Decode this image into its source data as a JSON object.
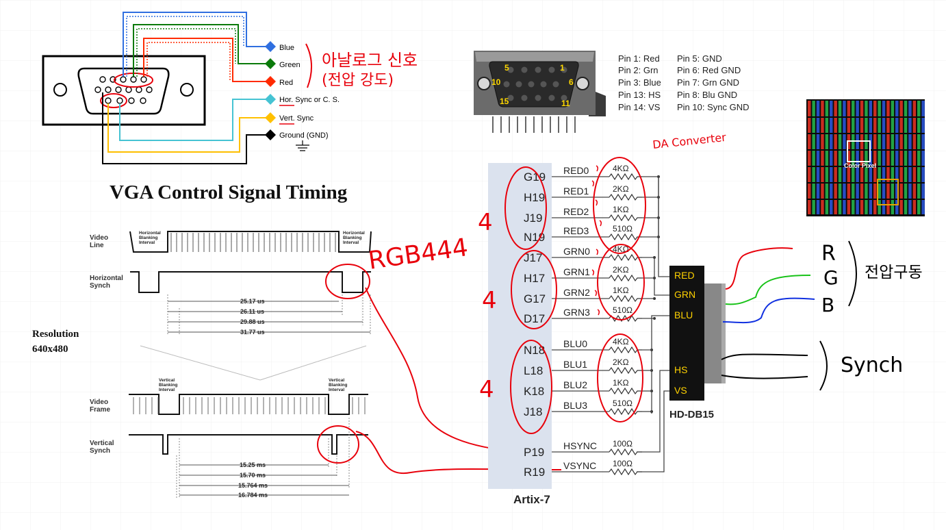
{
  "vga_connector": {
    "labels": {
      "blue": "Blue",
      "green": "Green",
      "red": "Red",
      "hsync": "Hor. Sync or C. S.",
      "vsync": "Vert. Sync",
      "ground": "Ground (GND)"
    },
    "colors": {
      "blue": "#2f6fe0",
      "green": "#0a7a0a",
      "red": "#ff2a00",
      "hsync": "#45c3d3",
      "vsync": "#ffc000",
      "ground": "#000000"
    },
    "note_korean_1": "아날로그 신호",
    "note_korean_2": "(전압 강도)"
  },
  "pinout": {
    "rows": [
      [
        "Pin 1: Red",
        "Pin 5: GND"
      ],
      [
        "Pin 2: Grn",
        "Pin 6: Red GND"
      ],
      [
        "Pin 3: Blue",
        "Pin 7: Grn GND"
      ],
      [
        "Pin 13: HS",
        "Pin 8: Blu GND"
      ],
      [
        "Pin 14: VS",
        "Pin 10: Sync GND"
      ]
    ],
    "numbers": {
      "p5": "5",
      "p1": "1",
      "p10": "10",
      "p6": "6",
      "p15": "15",
      "p11": "11"
    }
  },
  "timing": {
    "title": "VGA Control Signal Timing",
    "resolution_1": "Resolution",
    "resolution_2": "640x480",
    "video_line_1": "Video",
    "video_line_2": "Line",
    "hsync_1": "Horizontal",
    "hsync_2": "Synch",
    "hblank_1": "Horizontal",
    "hblank_2": "Blanking",
    "hblank_3": "Interval",
    "h_times": [
      "25.17 us",
      "26.11 us",
      "29.88 us",
      "31.77 us"
    ],
    "video_frame_1": "Video",
    "video_frame_2": "Frame",
    "vsync_1": "Vertical",
    "vsync_2": "Synch",
    "vblank_1": "Vertical",
    "vblank_2": "Blanking",
    "vblank_3": "Interval",
    "v_times": [
      "15.25 ms",
      "15.70 ms",
      "15.764 ms",
      "16.784 ms"
    ],
    "annotation": "RGB444"
  },
  "fpga": {
    "name": "Artix-7",
    "pins": [
      "G19",
      "H19",
      "J19",
      "N19",
      "J17",
      "H17",
      "G17",
      "D17",
      "N18",
      "L18",
      "K18",
      "J18",
      "P19",
      "R19"
    ],
    "signals": [
      "RED0",
      "RED1",
      "RED2",
      "RED3",
      "GRN0",
      "GRN1",
      "GRN2",
      "GRN3",
      "BLU0",
      "BLU1",
      "BLU2",
      "BLU3",
      "HSYNC",
      "VSYNC"
    ],
    "resistors": [
      "4KΩ",
      "2KΩ",
      "1KΩ",
      "510Ω",
      "4KΩ",
      "2KΩ",
      "1KΩ",
      "510Ω",
      "4KΩ",
      "2KΩ",
      "1KΩ",
      "510Ω",
      "100Ω",
      "100Ω"
    ],
    "group_count": "4",
    "da_note": "DA Converter"
  },
  "connector": {
    "name": "HD-DB15",
    "pins": [
      "RED",
      "GRN",
      "BLU",
      "HS",
      "VS"
    ]
  },
  "notes": {
    "r": "R",
    "g": "G",
    "b": "B",
    "voltage": "전압구동",
    "synch": "Synch"
  },
  "pixel_image": {
    "label": "Color Pixel"
  }
}
